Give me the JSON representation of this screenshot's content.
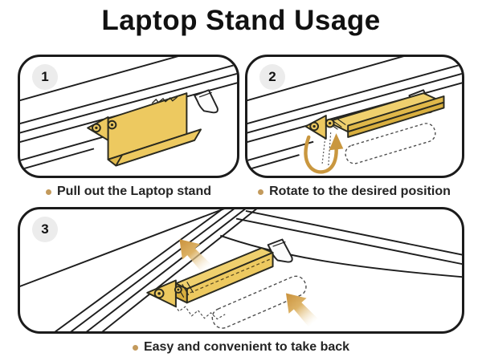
{
  "title": "Laptop Stand Usage",
  "steps": [
    {
      "number": "1",
      "caption": "Pull out the Laptop stand"
    },
    {
      "number": "2",
      "caption": "Rotate to the desired position"
    },
    {
      "number": "3",
      "caption": "Easy and convenient to take back"
    }
  ],
  "colors": {
    "stand_gold": "#EDC960",
    "stand_gold_dark": "#E0B84A",
    "outline": "#1E1E1E",
    "arrow_gold": "#C9973F",
    "bullet_gold": "#C39A5C",
    "badge_background": "#ECECEC",
    "dashed_outline_gray": "#4A4A4A"
  },
  "icons": {
    "rotation_arrow": "rotation-arrow-icon",
    "push_arrows": "push-arrow-icon",
    "bullets": "bullet-icon"
  }
}
